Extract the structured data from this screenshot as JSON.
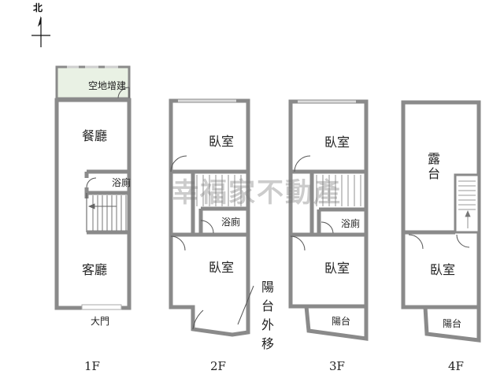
{
  "compass": {
    "label": "北"
  },
  "floors": [
    {
      "id": "1F",
      "label": "1F",
      "rooms": {
        "extension": "空地增建",
        "dining": "餐廳",
        "bath": "浴廁",
        "living": "客廳"
      },
      "entrance": "大門"
    },
    {
      "id": "2F",
      "label": "2F",
      "rooms": {
        "bedroom_north": "臥室",
        "bath": "浴廁",
        "bedroom_south": "臥室"
      },
      "balcony_note": [
        "陽",
        "台",
        "外",
        "移"
      ]
    },
    {
      "id": "3F",
      "label": "3F",
      "rooms": {
        "bedroom_north": "臥室",
        "bath": "浴廁",
        "bedroom_south": "臥室",
        "balcony": "陽台"
      }
    },
    {
      "id": "4F",
      "label": "4F",
      "rooms": {
        "terrace_line1": "露",
        "terrace_line2": "台",
        "bedroom": "臥室",
        "balcony": "陽台"
      }
    }
  ],
  "watermark": "幸福家不動產",
  "colors": {
    "wall": "#8a8a8a",
    "extension_fill": "#e9f1e4",
    "watermark": "#7a7a7a"
  }
}
